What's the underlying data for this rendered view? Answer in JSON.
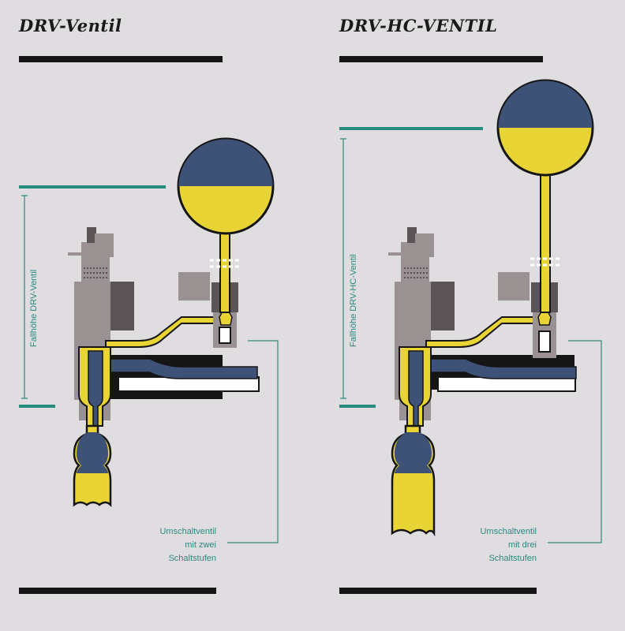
{
  "colors": {
    "background": "#dfdde0",
    "oil_yellow": "#e8d435",
    "nitrogen_blue": "#3e5277",
    "accent_teal": "#2a8a7e",
    "dark_gray": "#5b5557",
    "mid_gray": "#9a9193",
    "black": "#151515"
  },
  "panels": [
    {
      "title": "DRV-Ventil",
      "height_label": "Fallhöhe DRV-Ventil",
      "callout": [
        "Umschaltventil",
        "mit zwei",
        "Schaltstufen"
      ]
    },
    {
      "title": "DRV-HC-VENTIL",
      "height_label": "Fallhöhe DRV-HC-Ventil",
      "callout": [
        "Umschaltventil",
        "mit drei",
        "Schaltstufen"
      ]
    }
  ]
}
